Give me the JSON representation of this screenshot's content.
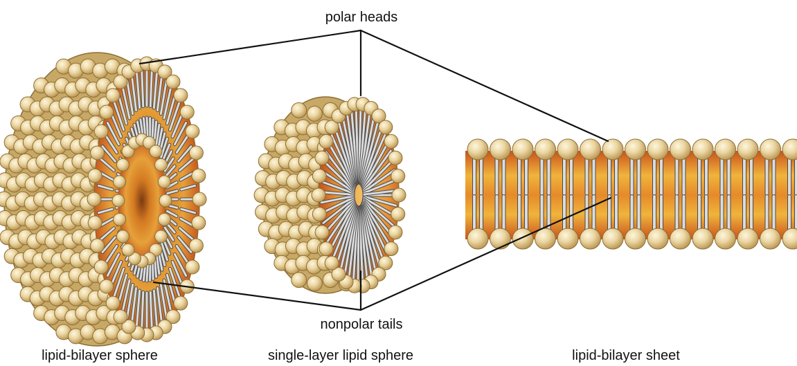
{
  "labels": {
    "polar_heads": "polar heads",
    "nonpolar_tails": "nonpolar tails",
    "lipid_bilayer_sphere": "lipid-bilayer sphere",
    "single_layer_sphere": "single-layer lipid sphere",
    "lipid_bilayer_sheet": "lipid-bilayer sheet"
  },
  "colors": {
    "head_light": "#fbf0cf",
    "head_mid": "#e8d29a",
    "head_dark": "#b9954f",
    "head_stroke": "#8c6e34",
    "tail_fill": "#dcdcdc",
    "tail_stroke": "#4a4a4a",
    "core_orange": "#e8a12f",
    "core_red": "#c9521c",
    "leader_line": "#111111"
  },
  "structures": [
    {
      "name": "lipid-bilayer sphere",
      "layers": 2
    },
    {
      "name": "single-layer lipid sphere",
      "layers": 1
    },
    {
      "name": "lipid-bilayer sheet",
      "layers": 2
    }
  ]
}
